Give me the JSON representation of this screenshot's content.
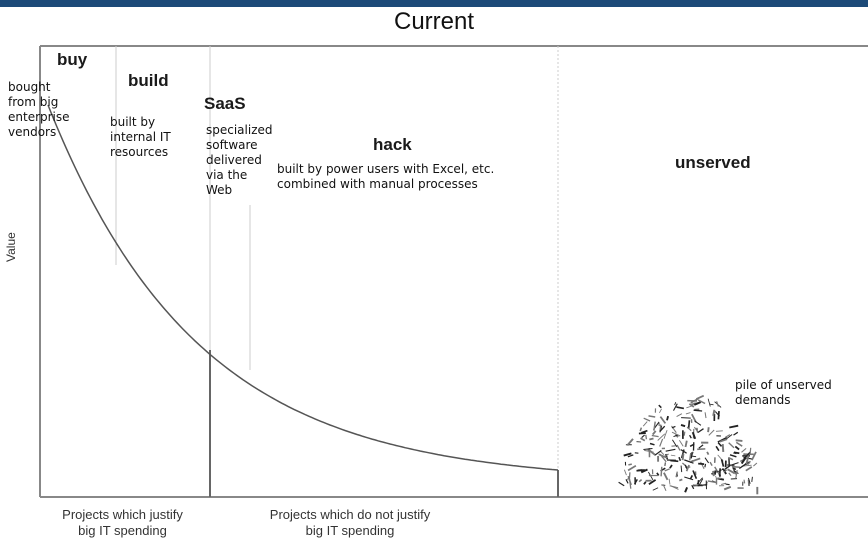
{
  "chart_data": {
    "type": "area",
    "title": "Current",
    "ylabel": "Value",
    "xlabel": "",
    "categories": [
      "Projects which justify\nbig IT spending",
      "Projects which do not justify\nbig IT spending"
    ],
    "segments": [
      {
        "name": "buy",
        "description": "bought\nfrom big\nenterprise\nvendors"
      },
      {
        "name": "build",
        "description": "built by\ninternal IT\nresources"
      },
      {
        "name": "SaaS",
        "description": "specialized\nsoftware\ndelivered\nvia the\nWeb"
      },
      {
        "name": "hack",
        "description": "built by power users with Excel, etc.\ncombined with manual processes"
      },
      {
        "name": "unserved",
        "description": ""
      }
    ],
    "annotation": "pile of unserved\ndemands",
    "grid": false,
    "legend": "none"
  },
  "colors": {
    "topbar": "#1c4a78",
    "axis": "#888888",
    "curve": "#555555",
    "divider": "#cccccc"
  }
}
